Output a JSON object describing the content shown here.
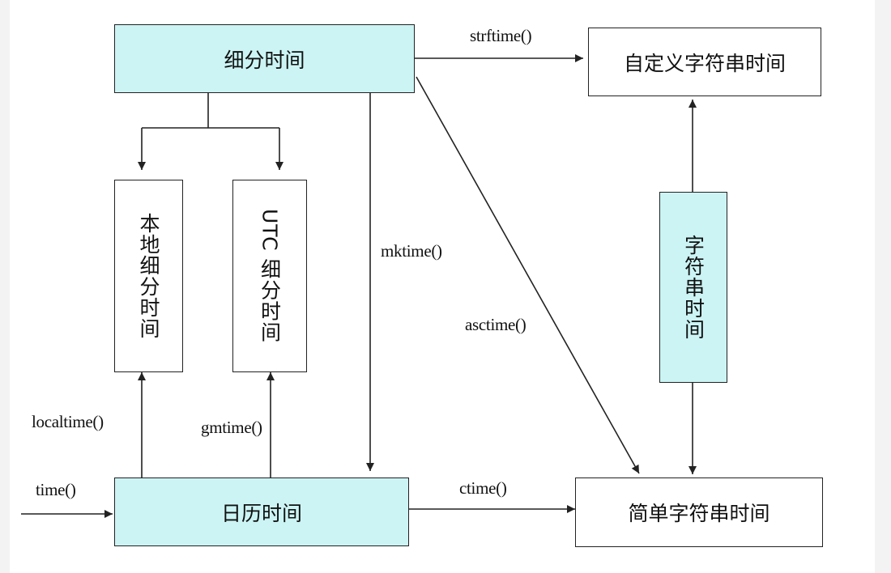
{
  "boxes": {
    "broken_down_time": "细分时间",
    "custom_string_time": "自定义字符串时间",
    "local_broken_down_time": "本地细分时间",
    "utc_broken_down_time": "UTC 细分时间",
    "string_time": "字符串时间",
    "calendar_time": "日历时间",
    "simple_string_time": "简单字符串时间"
  },
  "functions": {
    "strftime": "strftime()",
    "mktime": "mktime()",
    "asctime": "asctime()",
    "localtime": "localtime()",
    "gmtime": "gmtime()",
    "time": "time()",
    "ctime": "ctime()"
  },
  "colors": {
    "highlight_fill": "#ccf4f4",
    "line": "#222222",
    "background": "#ffffff"
  }
}
